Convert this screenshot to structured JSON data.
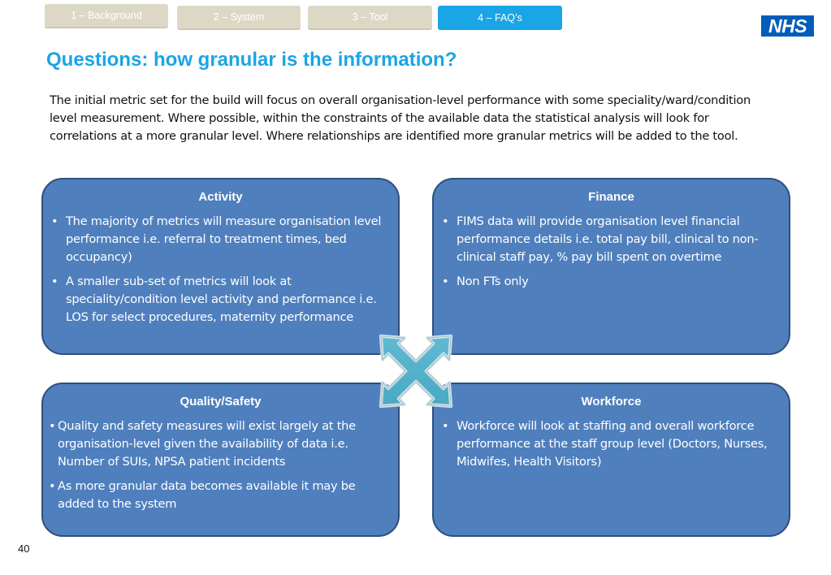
{
  "tabs": [
    {
      "label": "1 – Background"
    },
    {
      "label": "2 – System"
    },
    {
      "label": "3 – Tool"
    },
    {
      "label": "4 – FAQ’s"
    }
  ],
  "logo": {
    "text": "NHS",
    "color": "#005eb8"
  },
  "page_title": "Questions: how granular is the information?",
  "intro": "The initial metric set for the build will focus on overall organisation-level performance with some speciality/ward/condition level measurement.  Where possible, within the constraints of the available data the statistical analysis will look for correlations at a more granular level. Where relationships are identified more granular metrics will be added to the tool.",
  "panels": {
    "activity": {
      "title": "Activity",
      "bullets": [
        "The majority of metrics will measure organisation level performance i.e. referral to treatment times, bed occupancy)",
        "A smaller sub-set of metrics will look at speciality/condition level activity and performance i.e. LOS for select procedures, maternity performance"
      ]
    },
    "finance": {
      "title": "Finance",
      "bullets": [
        "FIMS data will provide organisation level financial performance details i.e. total pay bill, clinical to non-clinical staff pay, % pay bill spent on overtime",
        "Non FTs only"
      ]
    },
    "quality": {
      "title": "Quality/Safety",
      "bullets": [
        "Quality and safety measures will exist largely at the organisation-level given the availability of data i.e. Number of SUIs, NPSA patient incidents",
        "As more granular data becomes available it may be added to the system"
      ]
    },
    "workforce": {
      "title": "Workforce",
      "bullets": [
        "Workforce will look at staffing and overall workforce performance at the staff group level (Doctors, Nurses, Midwifes, Health Visitors)"
      ]
    }
  },
  "bullet_glyph": "•",
  "page_number": "40",
  "colors": {
    "accent": "#1aa5e6",
    "tab_inactive": "#ddd8c6",
    "panel_fill": "#4f7fbd",
    "panel_border": "#2e4f7c",
    "arrow_fill": "#4bacc6"
  }
}
